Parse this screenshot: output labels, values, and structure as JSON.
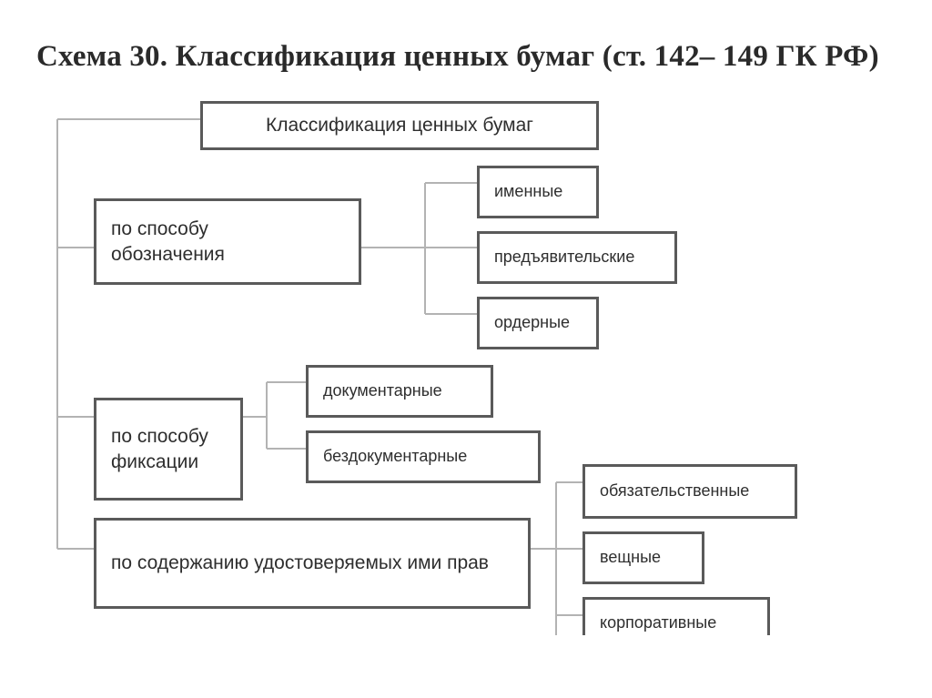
{
  "title": "Схема 30. Классификация ценных бумаг (ст. 142– 149 ГК РФ)",
  "root": "Классификация ценных бумаг",
  "categories": [
    {
      "label": "по способу\nобозначения",
      "children": [
        "именные",
        "предъявительские",
        "ордерные"
      ]
    },
    {
      "label": "по способу\nфиксации",
      "children": [
        "документарные",
        "бездокументарные"
      ]
    },
    {
      "label": "по содержанию удостоверяемых ими прав",
      "children": [
        "обязательственные",
        "вещные",
        "корпоративные"
      ]
    }
  ],
  "colors": {
    "box_border": "#5a5a5a",
    "connector": "#b0b0b0",
    "text": "#2e2e2e"
  }
}
